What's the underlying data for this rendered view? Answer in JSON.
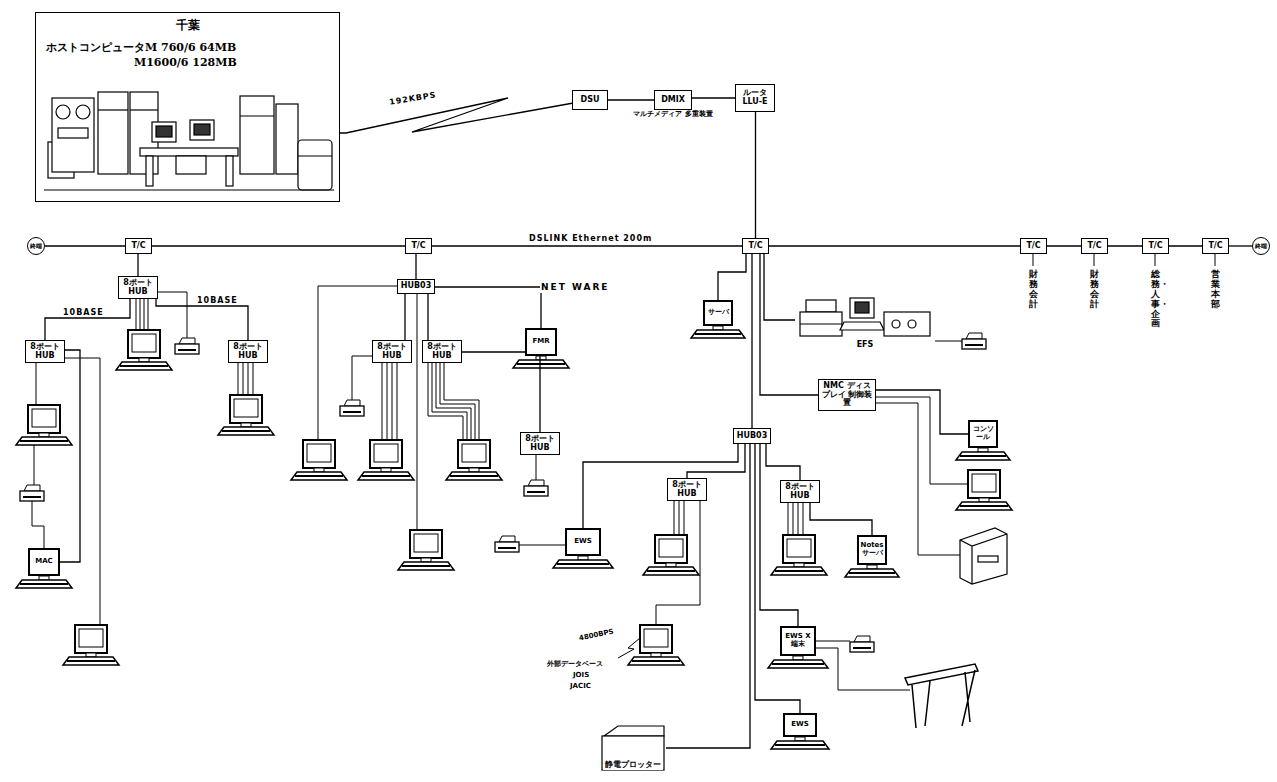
{
  "diagram": {
    "nodes": [
      {
        "text": [
          "千葉",
          "ホストコンピュータM 760/6 64MB",
          "M1600/6 128MB"
        ]
      },
      {
        "text": [
          "DSU"
        ]
      },
      {
        "text": [
          "DMIX",
          "マルチメディア 多重装置"
        ]
      },
      {
        "text": [
          "ルータ LLU-E"
        ]
      },
      {
        "text": [
          "終端"
        ]
      },
      {
        "text": [
          "T/C"
        ]
      },
      {
        "text": [
          "T/C"
        ]
      },
      {
        "text": [
          "T/C"
        ]
      },
      {
        "text": [
          "T/C"
        ]
      },
      {
        "text": [
          "T/C"
        ]
      },
      {
        "text": [
          "T/C"
        ]
      },
      {
        "text": [
          "T/C"
        ]
      },
      {
        "text": [
          "終端"
        ]
      },
      {
        "text": [
          "8ポート HUB"
        ]
      },
      {
        "text": [
          "8ポート HUB"
        ]
      },
      {
        "text": [
          "8ポート HUB"
        ]
      },
      {
        "text": [
          "MAC"
        ]
      },
      {
        "text": [
          "HUB03"
        ]
      },
      {
        "text": [
          "8ポート HUB"
        ]
      },
      {
        "text": [
          "8ポート HUB"
        ]
      },
      {
        "text": [
          "FMR"
        ]
      },
      {
        "text": [
          "8ポート HUB"
        ]
      },
      {
        "text": [
          "サーバ"
        ]
      },
      {
        "text": [
          "EFS"
        ]
      },
      {
        "text": [
          "NMC ディスプレイ 制御装置"
        ]
      },
      {
        "text": [
          "コンソール"
        ]
      },
      {
        "text": [
          "HUB03"
        ]
      },
      {
        "text": [
          "EWS"
        ]
      },
      {
        "text": [
          "8ポート HUB"
        ]
      },
      {
        "text": [
          "8ポート HUB"
        ]
      },
      {
        "text": [
          "Notes サーバ"
        ]
      },
      {
        "text": [
          "EWS X端末"
        ]
      },
      {
        "text": [
          "EWS"
        ]
      },
      {
        "text": [
          "静電プロッター"
        ]
      }
    ],
    "edges": [
      {
        "from": 0,
        "to": 1,
        "arrow": "none",
        "label": "192KBPS"
      },
      {
        "from": 1,
        "to": 2,
        "arrow": "none"
      },
      {
        "from": 2,
        "to": 3,
        "arrow": "none"
      },
      {
        "from": 3,
        "to": 7,
        "arrow": "none"
      },
      {
        "from": 4,
        "to": 5,
        "arrow": "none"
      },
      {
        "from": 5,
        "to": 6,
        "arrow": "none"
      },
      {
        "from": 6,
        "to": 7,
        "arrow": "none",
        "label": "DSLINK Ethernet 200m"
      },
      {
        "from": 7,
        "to": 8,
        "arrow": "none"
      },
      {
        "from": 8,
        "to": 9,
        "arrow": "none"
      },
      {
        "from": 9,
        "to": 10,
        "arrow": "none"
      },
      {
        "from": 10,
        "to": 11,
        "arrow": "none"
      },
      {
        "from": 11,
        "to": 12,
        "arrow": "none"
      },
      {
        "from": 5,
        "to": 13,
        "arrow": "none"
      },
      {
        "from": 13,
        "to": 14,
        "arrow": "none",
        "label": "10BASE"
      },
      {
        "from": 13,
        "to": 15,
        "arrow": "none",
        "label": "10BASE"
      },
      {
        "from": 14,
        "to": 16,
        "arrow": "none"
      },
      {
        "from": 6,
        "to": 17,
        "arrow": "none"
      },
      {
        "from": 17,
        "to": 18,
        "arrow": "none"
      },
      {
        "from": 17,
        "to": 19,
        "arrow": "none"
      },
      {
        "from": 17,
        "to": 20,
        "arrow": "none"
      },
      {
        "from": 19,
        "to": 21,
        "arrow": "none"
      },
      {
        "from": 7,
        "to": 22,
        "arrow": "none"
      },
      {
        "from": 7,
        "to": 23,
        "arrow": "none"
      },
      {
        "from": 7,
        "to": 24,
        "arrow": "none"
      },
      {
        "from": 7,
        "to": 26,
        "arrow": "none"
      },
      {
        "from": 24,
        "to": 25,
        "arrow": "none"
      },
      {
        "from": 26,
        "to": 27,
        "arrow": "none"
      },
      {
        "from": 26,
        "to": 28,
        "arrow": "none"
      },
      {
        "from": 26,
        "to": 29,
        "arrow": "none"
      },
      {
        "from": 26,
        "to": 31,
        "arrow": "none"
      },
      {
        "from": 26,
        "to": 32,
        "arrow": "none"
      },
      {
        "from": 26,
        "to": 33,
        "arrow": "none"
      },
      {
        "from": 29,
        "to": 30,
        "arrow": "none"
      }
    ],
    "labels": [
      "NET WARE",
      "4800BPS",
      "外部データベース",
      "JOIS",
      "JACIC",
      "財務会計",
      "財務会計",
      "総務・人事・企画",
      "営業本部"
    ]
  }
}
